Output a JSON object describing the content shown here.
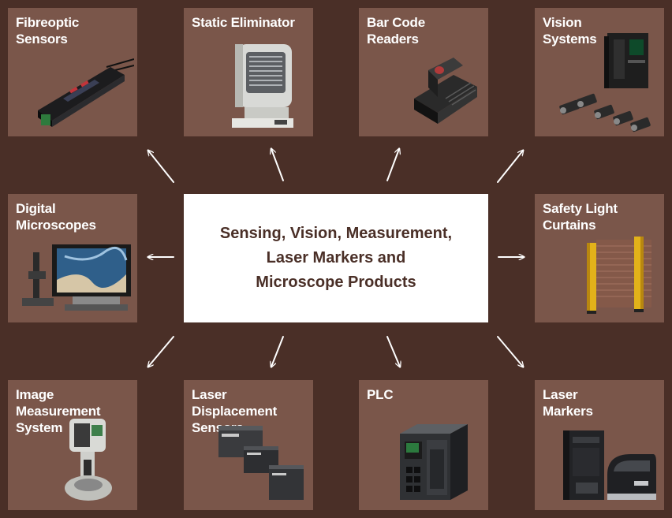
{
  "center": {
    "text": "Sensing, Vision, Measurement,\nLaser Markers and\nMicroscope Products"
  },
  "products": {
    "fibreoptic": "Fibreoptic\nSensors",
    "static": "Static Eliminator",
    "barcode": "Bar Code\nReaders",
    "vision": "Vision\nSystems",
    "microscopes": "Digital\nMicroscopes",
    "safety": "Safety Light\nCurtains",
    "image": "Image Measurement\nSystem",
    "laser_disp": "Laser Displacement\nSensors",
    "plc": "PLC",
    "laser_markers": "Laser\nMarkers"
  },
  "colors": {
    "background": "#4a2f27",
    "tile": "#7a564a",
    "center_box": "#ffffff",
    "arrow": "#ffffff"
  }
}
